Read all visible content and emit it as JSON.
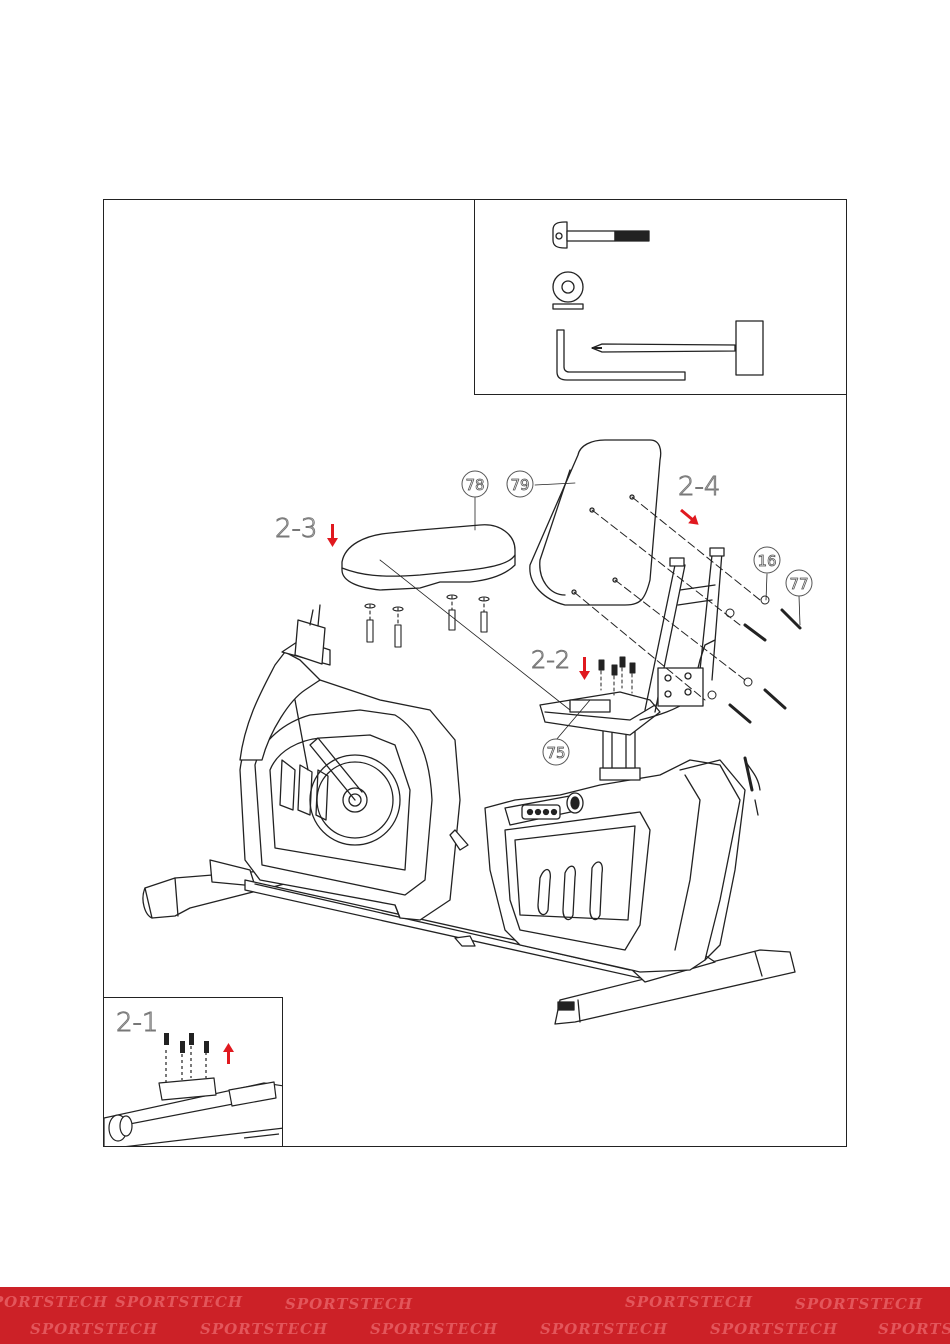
{
  "steps": {
    "s1": "2-1",
    "s2": "2-2",
    "s3": "2-3",
    "s4": "2-4"
  },
  "parts": {
    "p16": "16",
    "p75": "75",
    "p77": "77",
    "p78": "78",
    "p79": "79"
  },
  "footer": {
    "brand": "SPORTSTECH",
    "background": "#cc2127",
    "accent": "#e3565b"
  },
  "colors": {
    "arrow": "#e0191f",
    "line": "#222222"
  }
}
